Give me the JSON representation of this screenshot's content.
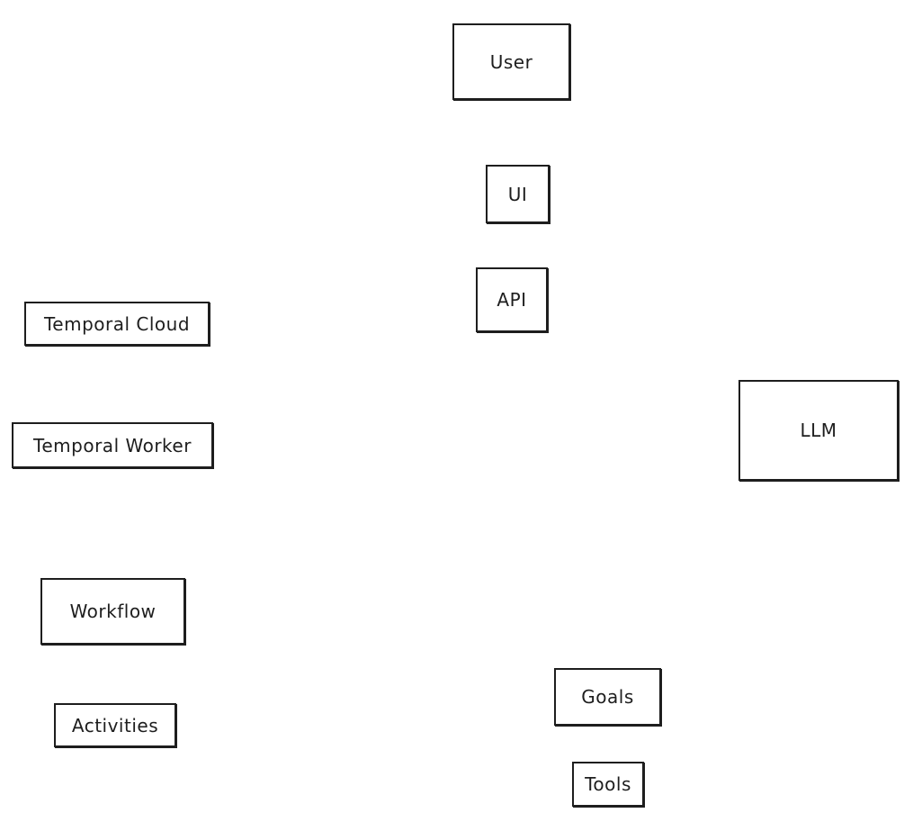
{
  "diagram": {
    "nodes": [
      {
        "id": "user",
        "label": "User"
      },
      {
        "id": "ui",
        "label": "UI"
      },
      {
        "id": "api",
        "label": "API"
      },
      {
        "id": "temporal-cloud",
        "label": "Temporal Cloud"
      },
      {
        "id": "temporal-worker",
        "label": "Temporal Worker"
      },
      {
        "id": "llm",
        "label": "LLM"
      },
      {
        "id": "workflow",
        "label": "Workflow"
      },
      {
        "id": "activities",
        "label": "Activities"
      },
      {
        "id": "goals",
        "label": "Goals"
      },
      {
        "id": "tools",
        "label": "Tools"
      }
    ],
    "stroke_color": "#1e1e1e",
    "background_color": "#ffffff"
  }
}
